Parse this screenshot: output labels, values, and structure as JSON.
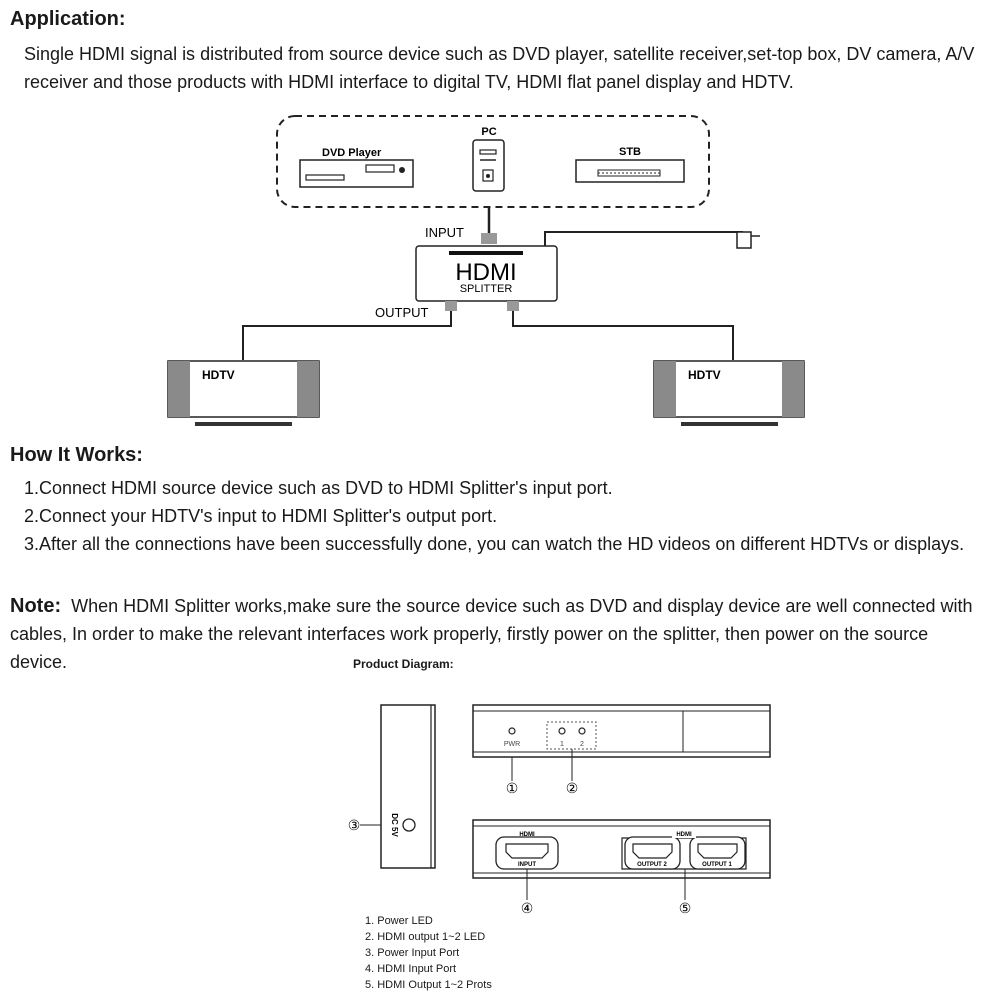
{
  "application": {
    "heading": "Application:",
    "text": "Single HDMI signal is distributed from source device such as DVD player, satellite receiver,set-top box, DV camera, A/V receiver and those products with HDMI interface to digital TV, HDMI flat panel display and HDTV."
  },
  "diagram1": {
    "dvd_label": "DVD  Player",
    "pc_label": "PC",
    "stb_label": "STB",
    "input_label": "INPUT",
    "output_label": "OUTPUT",
    "splitter_title": "HDMI",
    "splitter_subtitle": "SPLITTER",
    "hdtv_left": "HDTV",
    "hdtv_right": "HDTV"
  },
  "how_it_works": {
    "heading": "How It Works:",
    "steps": [
      "1.Connect HDMI source device such as DVD to HDMI Splitter's input port.",
      "2.Connect your HDTV's input to HDMI Splitter's output port.",
      "3.After all the connections have been successfully done, you can watch the HD videos on different HDTVs or displays."
    ]
  },
  "note": {
    "label": "Note:",
    "text": "When HDMI Splitter works,make sure the source device such as DVD and display device are well connected with cables, In order to make the relevant interfaces work properly, firstly power on the splitter, then power on the source device."
  },
  "product_diagram": {
    "title": "Product Diagram:",
    "pwr_label": "PWR",
    "led1_label": "1",
    "led2_label": "2",
    "dc_label": "DC 5V",
    "hdmi_label_input": "HDMI",
    "input_port_label": "INPUT",
    "hdmi_label_output": "HDMI",
    "output2_label": "OUTPUT 2",
    "output1_label": "OUTPUT 1",
    "callouts": [
      "①",
      "②",
      "③",
      "④",
      "⑤"
    ],
    "legend": [
      "1.  Power LED",
      "2.  HDMI output 1~2 LED",
      "3.  Power Input Port",
      "4.  HDMI Input Port",
      "5.  HDMI Output 1~2 Prots"
    ]
  }
}
